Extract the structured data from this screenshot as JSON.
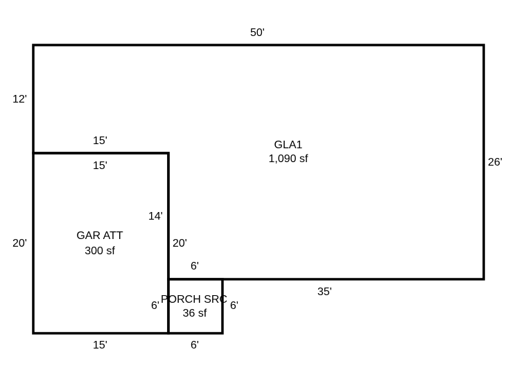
{
  "rooms": {
    "gla1": {
      "name": "GLA1",
      "area": "1,090 sf"
    },
    "garage": {
      "name": "GAR ATT",
      "area": "300 sf"
    },
    "porch": {
      "name": "PORCH SRC",
      "area": "36 sf"
    }
  },
  "dimensions": {
    "gla_top": "50'",
    "gla_left_upper": "12'",
    "gla_right": "26'",
    "gla_bottom": "35'",
    "gla_step_top": "15'",
    "gla_step_side": "14'",
    "gar_top": "15'",
    "gar_left": "20'",
    "gar_right": "20'",
    "gar_bottom": "15'",
    "porch_top": "6'",
    "porch_left": "6'",
    "porch_right": "6'",
    "porch_bottom": "6'"
  },
  "colors": {
    "line": "#000000",
    "background": "#ffffff"
  }
}
